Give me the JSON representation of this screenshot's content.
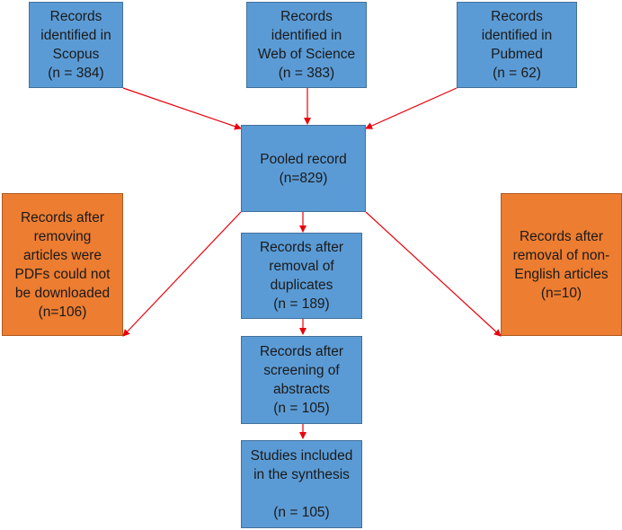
{
  "colors": {
    "box_blue": "#5b9bd5",
    "box_orange": "#ed7d31",
    "arrow": "#e8000b"
  },
  "boxes": {
    "scopus": "Records\nidentified in\nScopus\n(n = 384)",
    "wos": "Records\nidentified in\nWeb of Science\n(n = 383)",
    "pubmed": "Records\nidentified in\nPubmed\n(n = 62)",
    "pooled": "Pooled record\n(n=829)",
    "pdf_excluded": "Records after\nremoving\narticles were\nPDFs could not\nbe downloaded\n(n=106)",
    "duplicates": "Records after\nremoval of\nduplicates\n(n = 189)",
    "non_english": "Records after\nremoval of non-\nEnglish articles\n(n=10)",
    "abstracts": "Records after\nscreening of\nabstracts\n(n = 105)",
    "included": "Studies included\nin the synthesis\n\n(n = 105)"
  }
}
